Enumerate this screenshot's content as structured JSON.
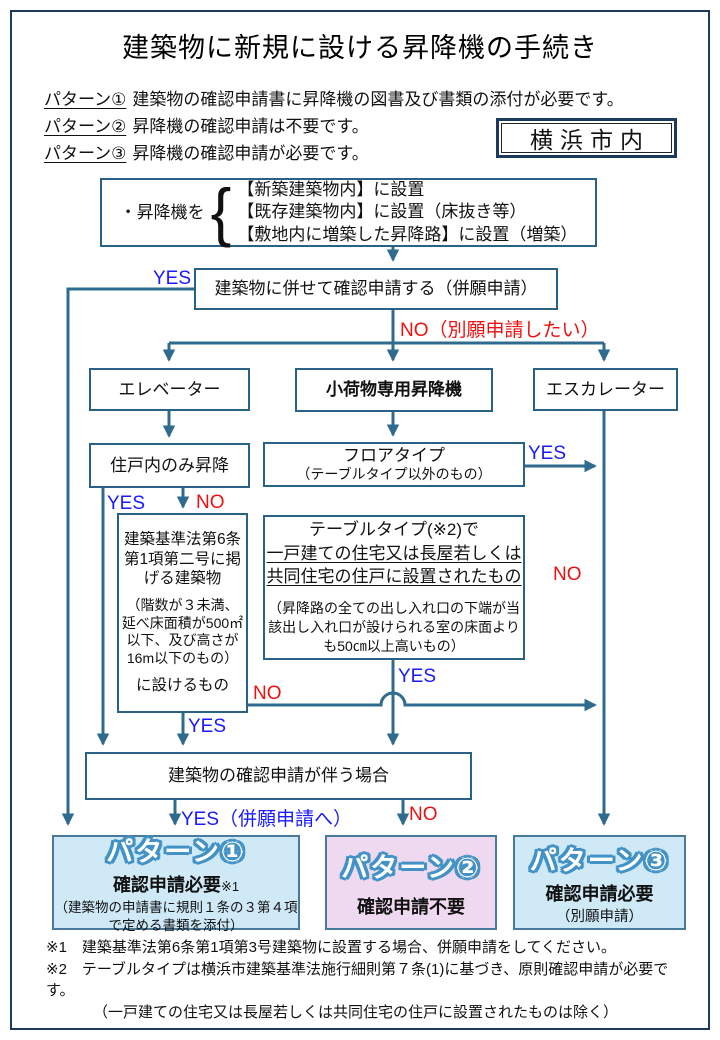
{
  "title": "建築物に新規に設ける昇降機の手続き",
  "region_badge": "横浜市内",
  "legend": {
    "items": [
      {
        "label": "パターン①",
        "text": "建築物の確認申請書に昇降機の図書及び書類の添付が必要です。"
      },
      {
        "label": "パターン②",
        "text": "昇降機の確認申請は不要です。"
      },
      {
        "label": "パターン③",
        "text": "昇降機の確認申請が必要です。"
      }
    ]
  },
  "flow": {
    "start": {
      "prefix": "・昇降機を",
      "brace": "{",
      "options": [
        "【新築建築物内】に設置",
        "【既存建築物内】に設置（床抜き等）",
        "【敷地内に増築した昇降路】に設置（増築）"
      ]
    },
    "combined_application": "建築物に併せて確認申請する（併願申請）",
    "elevator": "エレベーター",
    "dumbwaiter": "小荷物専用昇降機",
    "escalator": "エスカレーター",
    "dwelling_only": "住戸内のみ昇降",
    "floor_type": {
      "line1": "フロアタイプ",
      "line2": "（テーブルタイプ以外のもの）"
    },
    "law_box": {
      "line1": "建築基準法第6条第1項第二号に掲げる建築物",
      "line2": "（階数が３未満、延べ床面積が500㎡以下、及び高さが16m以下のもの）",
      "line3": "に設けるもの"
    },
    "table_type": {
      "line1": "テーブルタイプ(※2)で",
      "underline1": "一戸建ての住宅又は長屋若しくは",
      "underline2": "共同住宅の住戸に設置されたもの",
      "note": "（昇降路の全ての出し入れ口の下端が当該出し入れ口が設けられる室の床面よりも50㎝以上高いもの）"
    },
    "with_building_application": "建築物の確認申請が伴う場合",
    "labels": {
      "yes": "YES",
      "no": "NO",
      "no_separate": "NO（別願申請したい）",
      "yes_combined": "YES（併願申請へ）"
    }
  },
  "patterns": [
    {
      "header": "パターン①",
      "line1": "確認申請必要",
      "line1_suffix": "※1",
      "line2": "（建築物の申請書に規則１条の３第４項で定める書類を添付）",
      "fill": "#cfe9f7"
    },
    {
      "header": "パターン②",
      "line1": "確認申請不要",
      "line2": "",
      "fill": "#efd9f1"
    },
    {
      "header": "パターン③",
      "line1": "確認申請必要",
      "line2": "（別願申請）",
      "fill": "#cfe9f7"
    }
  ],
  "footnotes": [
    "※1　建築基準法第6条第1項第3号建築物に設置する場合、併願申請をしてください。",
    "※2　テーブルタイプは横浜市建築基準法施行細則第７条(1)に基づき、原則確認申請が必要です。",
    "（一戸建ての住宅又は長屋若しくは共同住宅の住戸に設置されたものは除く）"
  ],
  "colors": {
    "connector": "#2e6b8e",
    "box_border": "#286286",
    "frame": "#1b3a5c",
    "yes": "#1a1aff",
    "no": "#ee1111",
    "pattern_blue": "#cfe9f7",
    "pattern_pink": "#efd9f1",
    "pattern_border": "#4a7a9b",
    "pop_outline": "#4292c6"
  }
}
